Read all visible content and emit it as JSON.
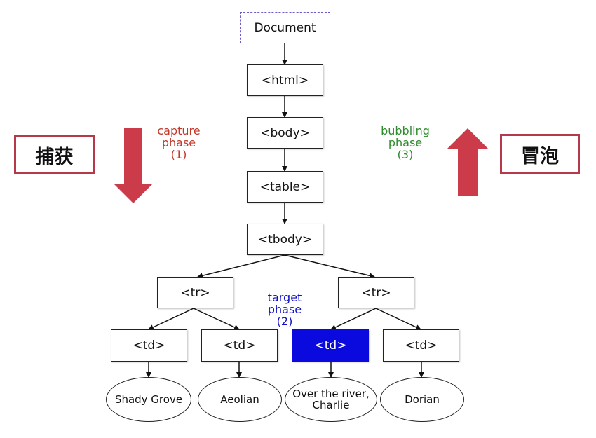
{
  "nodes": {
    "document": "Document",
    "html": "<html>",
    "body": "<body>",
    "table": "<table>",
    "tbody": "<tbody>",
    "tr_left": "<tr>",
    "tr_right": "<tr>",
    "td_1": "<td>",
    "td_2": "<td>",
    "td_3": "<td>",
    "td_4": "<td>"
  },
  "leaves": {
    "leaf_1": "Shady Grove",
    "leaf_2": "Aeolian",
    "leaf_3": "Over the river,\nCharlie",
    "leaf_4": "Dorian"
  },
  "phases": {
    "capture": "capture\nphase\n(1)",
    "target": "target\nphase\n(2)",
    "bubbling": "bubbling\nphase\n(3)"
  },
  "badges": {
    "capture": "捕获",
    "bubbling": "冒泡"
  },
  "colors": {
    "capture_text": "#c0392b",
    "target_text": "#1010c8",
    "bubbling_text": "#2e8b2e",
    "arrow_red": "#cc3b4a",
    "badge_border": "#b5394a",
    "target_fill": "#0a0adf",
    "document_border": "#6a5acd"
  }
}
